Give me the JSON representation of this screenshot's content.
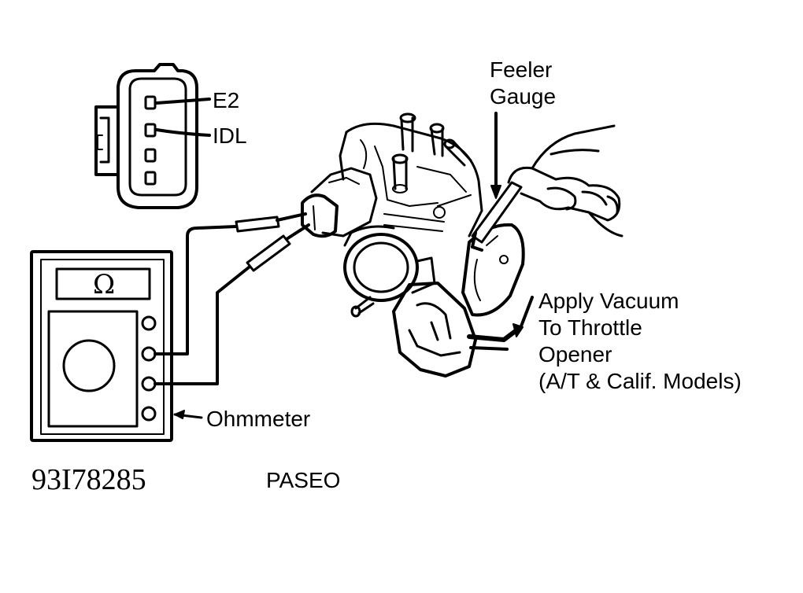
{
  "labels": {
    "e2": "E2",
    "idl": "IDL",
    "feeler_1": "Feeler",
    "feeler_2": "Gauge",
    "vacuum_1": "Apply Vacuum",
    "vacuum_2": "To Throttle",
    "vacuum_3": "Opener",
    "vacuum_4": "(A/T & Calif. Models)",
    "ohmmeter": "Ohmmeter",
    "figure_number": "93I78285",
    "model": "PASEO",
    "meter_symbol": "Ω"
  },
  "colors": {
    "ink": "#000000",
    "paper": "#ffffff"
  }
}
